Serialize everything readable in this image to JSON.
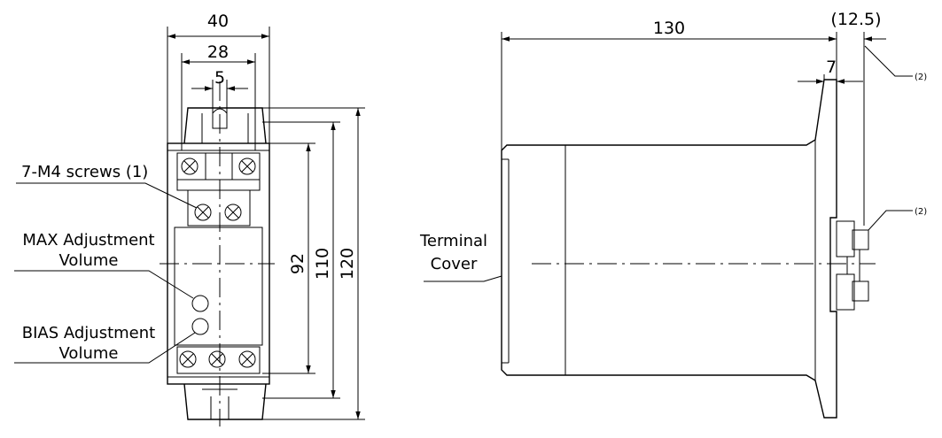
{
  "front_view": {
    "dims": {
      "width_total": "40",
      "width_inner": "28",
      "width_slot": "5",
      "height_92": "92",
      "height_110": "110",
      "height_120": "120"
    },
    "labels": {
      "screws": "7-M4 screws (1)",
      "max_line1": "MAX Adjustment",
      "max_line2": "Volume",
      "bias_line1": "BIAS Adjustment",
      "bias_line2": "Volume"
    }
  },
  "side_view": {
    "dims": {
      "length": "130",
      "rail": "(12.5)",
      "tab": "7"
    },
    "labels": {
      "terminal_line1": "Terminal",
      "terminal_line2": "Cover",
      "note_top": "(2)",
      "note_mid": "(2)"
    }
  }
}
